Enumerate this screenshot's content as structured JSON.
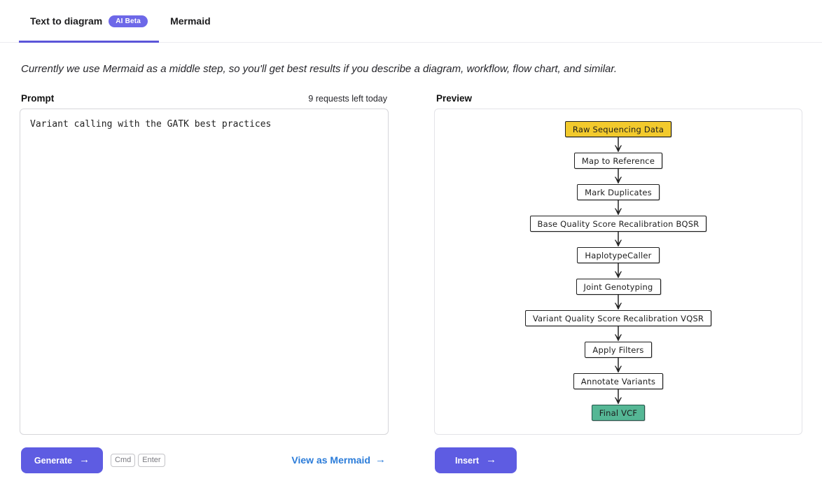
{
  "tabs": [
    {
      "label": "Text to diagram",
      "badge": "AI Beta",
      "active": true
    },
    {
      "label": "Mermaid",
      "active": false
    }
  ],
  "description": "Currently we use Mermaid as a middle step, so you'll get best results if you describe a diagram, workflow, flow chart, and similar.",
  "prompt": {
    "label": "Prompt",
    "requests_left": "9 requests left today",
    "value": "Variant calling with the GATK best practices"
  },
  "preview": {
    "label": "Preview"
  },
  "flowchart": {
    "arrow_icon": "arrow-down-icon",
    "nodes": [
      {
        "label": "Raw Sequencing Data",
        "fill": "#f2ca2d",
        "stroke": "#1f1f1f"
      },
      {
        "label": "Map to Reference",
        "fill": "#ffffff",
        "stroke": "#1f1f1f"
      },
      {
        "label": "Mark Duplicates",
        "fill": "#ffffff",
        "stroke": "#1f1f1f"
      },
      {
        "label": "Base Quality Score Recalibration BQSR",
        "fill": "#ffffff",
        "stroke": "#1f1f1f"
      },
      {
        "label": "HaplotypeCaller",
        "fill": "#ffffff",
        "stroke": "#1f1f1f"
      },
      {
        "label": "Joint Genotyping",
        "fill": "#ffffff",
        "stroke": "#1f1f1f"
      },
      {
        "label": "Variant Quality Score Recalibration VQSR",
        "fill": "#ffffff",
        "stroke": "#1f1f1f"
      },
      {
        "label": "Apply Filters",
        "fill": "#ffffff",
        "stroke": "#1f1f1f"
      },
      {
        "label": "Annotate Variants",
        "fill": "#ffffff",
        "stroke": "#1f1f1f"
      },
      {
        "label": "Final VCF",
        "fill": "#55b795",
        "stroke": "#23554a"
      }
    ]
  },
  "actions": {
    "generate_label": "Generate",
    "insert_label": "Insert",
    "arrow": "→",
    "kbd": [
      "Cmd",
      "Enter"
    ],
    "view_as_mermaid": "View as Mermaid"
  },
  "colors": {
    "accent_purple": "#5e5ce2",
    "badge_purple": "#6d68e8",
    "tab_underline": "#5b55d8",
    "link_blue": "#2b7cd9",
    "node_yellow": "#f2ca2d",
    "node_green": "#55b795"
  }
}
